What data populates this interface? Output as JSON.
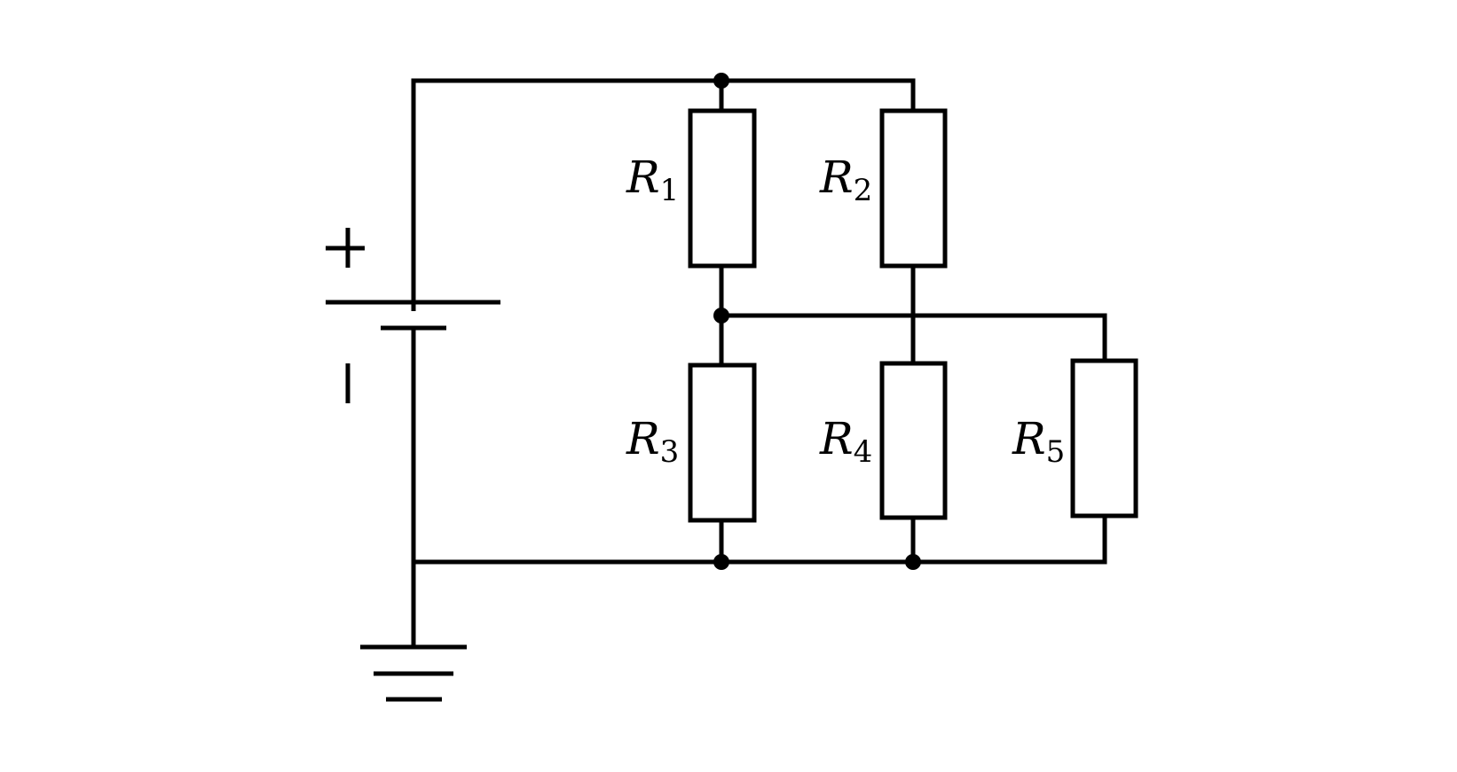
{
  "diagram": {
    "type": "circuit-schematic",
    "colors": {
      "stroke": "#000000",
      "background": "#ffffff"
    },
    "source": {
      "type": "battery",
      "positive_icon": "plus-sign",
      "negative_icon": "minus-sign"
    },
    "ground": {
      "icon": "ground-symbol"
    },
    "resistors": [
      {
        "id": "R1",
        "letter": "R",
        "subscript": "1"
      },
      {
        "id": "R2",
        "letter": "R",
        "subscript": "2"
      },
      {
        "id": "R3",
        "letter": "R",
        "subscript": "3"
      },
      {
        "id": "R4",
        "letter": "R",
        "subscript": "4"
      },
      {
        "id": "R5",
        "letter": "R",
        "subscript": "5"
      }
    ],
    "junction_count": 4
  }
}
